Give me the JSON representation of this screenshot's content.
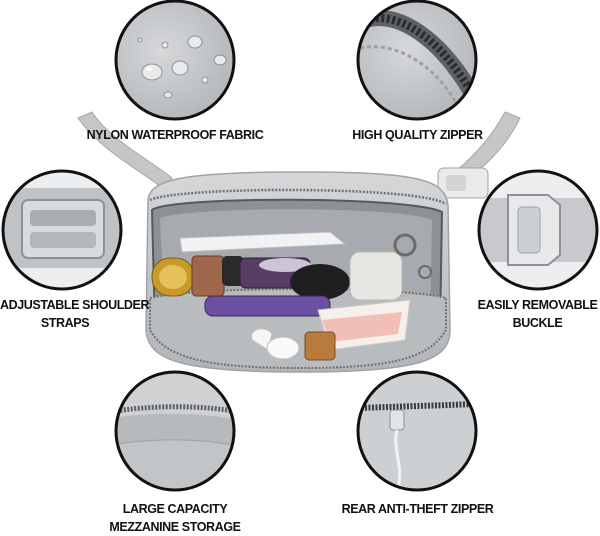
{
  "features": [
    {
      "id": "fabric",
      "lines": [
        "NYLON WATERPROOF FABRIC"
      ],
      "icon": "water-droplets-icon"
    },
    {
      "id": "zipper",
      "lines": [
        "HIGH QUALITY ZIPPER"
      ],
      "icon": "zipper-icon"
    },
    {
      "id": "straps",
      "lines": [
        "ADJUSTABLE SHOULDER",
        "STRAPS"
      ],
      "icon": "strap-slider-icon"
    },
    {
      "id": "buckle",
      "lines": [
        "EASILY REMOVABLE",
        "BUCKLE"
      ],
      "icon": "buckle-icon"
    },
    {
      "id": "storage",
      "lines": [
        "LARGE CAPACITY",
        "MEZZANINE STORAGE"
      ],
      "icon": "mezzanine-pocket-icon"
    },
    {
      "id": "rear_zipper",
      "lines": [
        "REAR ANTI-THEFT ZIPPER"
      ],
      "icon": "rear-zipper-icon"
    }
  ],
  "colors": {
    "bag": "#c9cbcd",
    "bag_dark": "#9fa3a7",
    "interior": "#8a8e92",
    "outline": "#111111"
  }
}
